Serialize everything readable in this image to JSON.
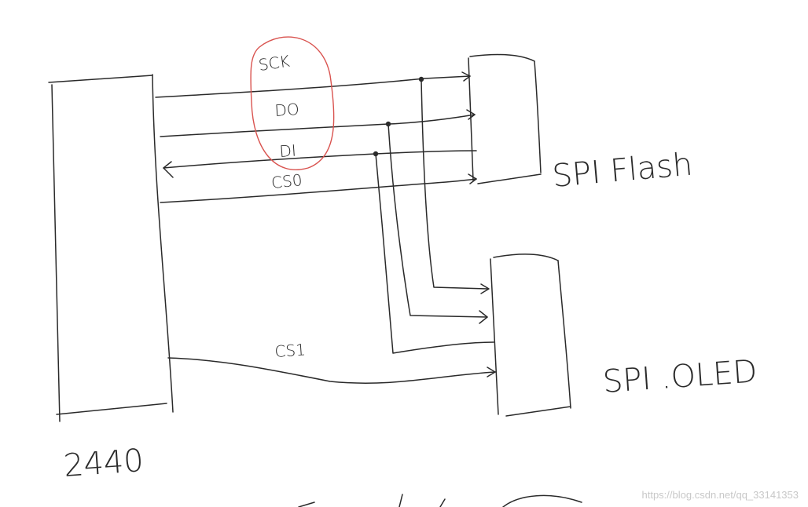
{
  "diagram": {
    "master_label": "2440",
    "devices": [
      {
        "id": "flash",
        "label": "SPI Flash"
      },
      {
        "id": "oled",
        "label": "SPI .OLED"
      }
    ],
    "signals": [
      {
        "id": "sck",
        "label": "SCK",
        "highlighted": true
      },
      {
        "id": "do",
        "label": "DO",
        "highlighted": true
      },
      {
        "id": "di",
        "label": "DI",
        "highlighted": true
      },
      {
        "id": "cs0",
        "label": "CS0",
        "highlighted": false
      },
      {
        "id": "cs1",
        "label": "CS1",
        "highlighted": false
      }
    ],
    "highlight_color": "#d9534f",
    "ink_color": "#2a2a2a"
  },
  "watermark": "https://blog.csdn.net/qq_33141353"
}
